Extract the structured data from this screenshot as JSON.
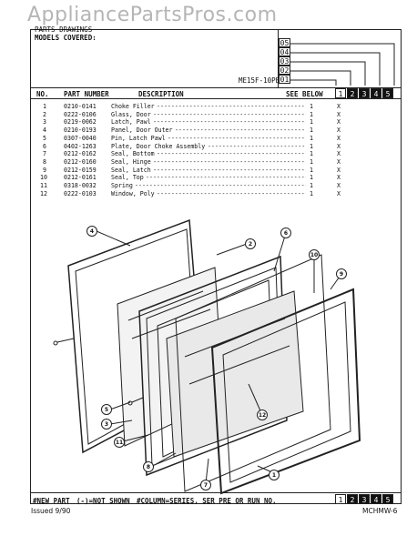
{
  "watermark": "AppliancePartsPros.com",
  "header": {
    "title_fragment": "PARTS DRAWINGS",
    "models_covered_label": "MODELS COVERED:",
    "model": "ME15F-10PB",
    "series_stack": [
      "05",
      "04",
      "03",
      "02",
      "01"
    ]
  },
  "columns": {
    "no": "NO.",
    "part_number": "PART NUMBER",
    "description": "DESCRIPTION",
    "see_below": "SEE BELOW"
  },
  "series_boxes": [
    "1",
    "2",
    "3",
    "4",
    "5"
  ],
  "parts": [
    {
      "no": "1",
      "part_number": "0210-0141",
      "description": "Choke Filler",
      "qty": "1",
      "mark": "X"
    },
    {
      "no": "2",
      "part_number": "0222-0106",
      "description": "Glass, Door",
      "qty": "1",
      "mark": "X"
    },
    {
      "no": "3",
      "part_number": "0219-0062",
      "description": "Latch, Pawl",
      "qty": "1",
      "mark": "X"
    },
    {
      "no": "4",
      "part_number": "0210-0193",
      "description": "Panel, Door Outer",
      "qty": "1",
      "mark": "X"
    },
    {
      "no": "5",
      "part_number": "0307-0040",
      "description": "Pin, Latch Pawl",
      "qty": "1",
      "mark": "X"
    },
    {
      "no": "6",
      "part_number": "0402-1263",
      "description": "Plate, Door Choke Assembly",
      "qty": "1",
      "mark": "X"
    },
    {
      "no": "7",
      "part_number": "0212-0162",
      "description": "Seal, Bottom",
      "qty": "1",
      "mark": "X"
    },
    {
      "no": "8",
      "part_number": "0212-0160",
      "description": "Seal, Hinge",
      "qty": "1",
      "mark": "X"
    },
    {
      "no": "9",
      "part_number": "0212-0159",
      "description": "Seal, Latch",
      "qty": "1",
      "mark": "X"
    },
    {
      "no": "10",
      "part_number": "0212-0161",
      "description": "Seal, Top",
      "qty": "1",
      "mark": "X"
    },
    {
      "no": "11",
      "part_number": "0318-0032",
      "description": "Spring",
      "qty": "1",
      "mark": "X"
    },
    {
      "no": "12",
      "part_number": "0222-0103",
      "description": "Window, Poly",
      "qty": "1",
      "mark": "X"
    }
  ],
  "callouts": [
    "4",
    "2",
    "6",
    "10",
    "9",
    "12",
    "5",
    "3",
    "11",
    "8",
    "7",
    "1"
  ],
  "footer": {
    "new_part": "#NEW PART",
    "not_shown": "(-)=NOT SHOWN",
    "column_note": "#COLUMN=SERIES, SER PRE OR RUN NO.",
    "issued": "Issued 9/90",
    "page_code": "MCHMW-6"
  }
}
